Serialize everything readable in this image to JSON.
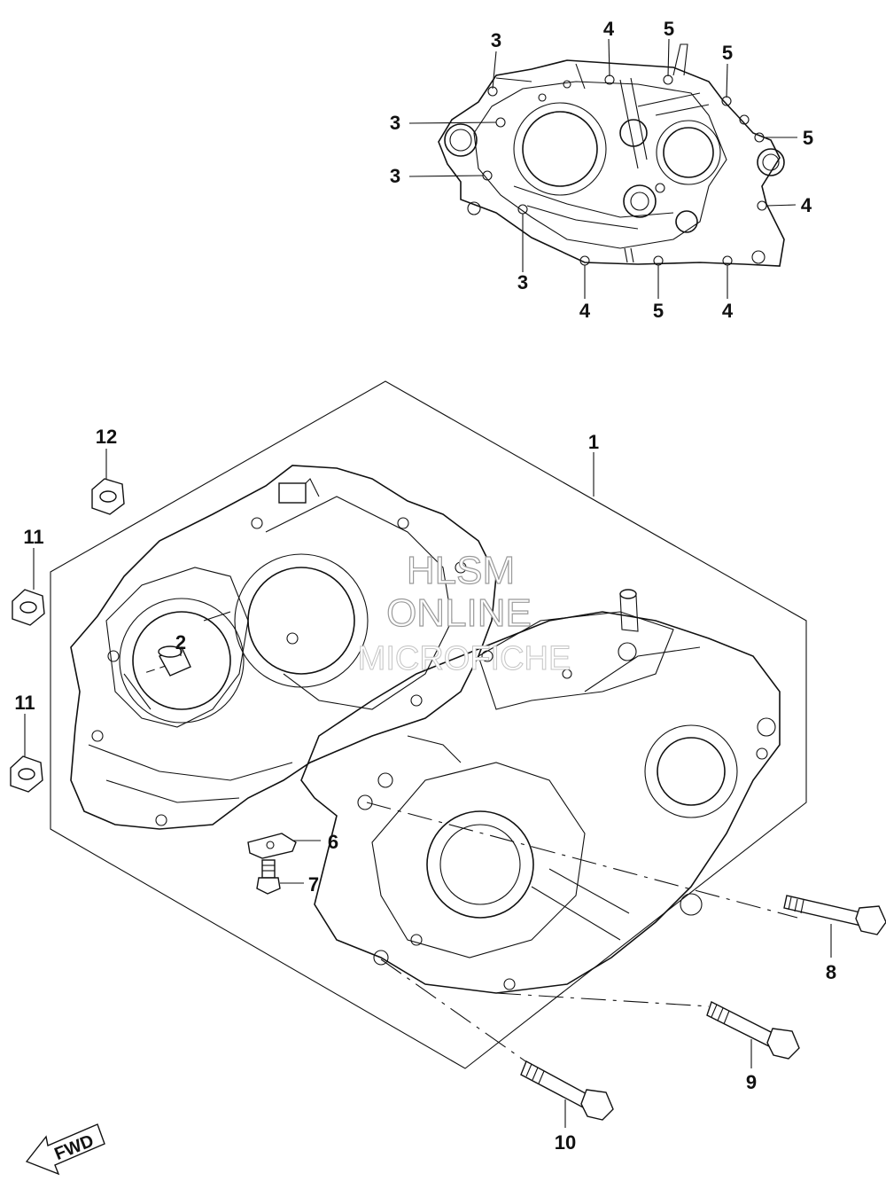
{
  "watermark": {
    "line1": "HLSM",
    "line2": "ONLINE",
    "line3": "MICROFICHE"
  },
  "fwd_label": "FWD",
  "top_callouts": [
    {
      "label": "3"
    },
    {
      "label": "4"
    },
    {
      "label": "5"
    },
    {
      "label": "5"
    },
    {
      "label": "3"
    },
    {
      "label": "5"
    },
    {
      "label": "3"
    },
    {
      "label": "4"
    },
    {
      "label": "3"
    },
    {
      "label": "4"
    },
    {
      "label": "5"
    },
    {
      "label": "4"
    }
  ],
  "part_callouts": [
    {
      "label": "1"
    },
    {
      "label": "2"
    },
    {
      "label": "6"
    },
    {
      "label": "7"
    },
    {
      "label": "8"
    },
    {
      "label": "9"
    },
    {
      "label": "10"
    },
    {
      "label": "11"
    },
    {
      "label": "11"
    },
    {
      "label": "12"
    }
  ]
}
